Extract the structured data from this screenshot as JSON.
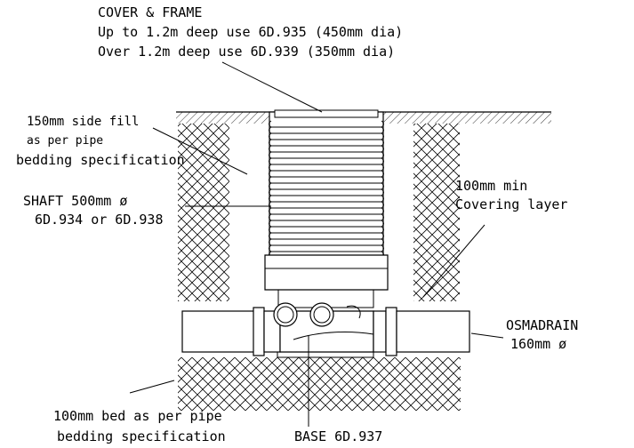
{
  "labels": {
    "cover": {
      "title": "COVER & FRAME",
      "line1": "Up to 1.2m deep use 6D.935 (450mm dia)",
      "line2": "Over 1.2m deep use 6D.939 (350mm dia)"
    },
    "side_fill": {
      "line1": "150mm side fill",
      "line2": "as per pipe",
      "line3": "bedding specification"
    },
    "shaft": {
      "line1": "SHAFT 500mm ø",
      "line2": "6D.934 or 6D.938"
    },
    "covering": {
      "line1": "100mm min",
      "line2": "Covering layer"
    },
    "osmadrain": {
      "line1": "OSMADRAIN",
      "line2": "160mm ø"
    },
    "bed": {
      "line1": "100mm bed as per pipe",
      "line2": "bedding specification"
    },
    "base": {
      "line1": "BASE 6D.937"
    }
  }
}
